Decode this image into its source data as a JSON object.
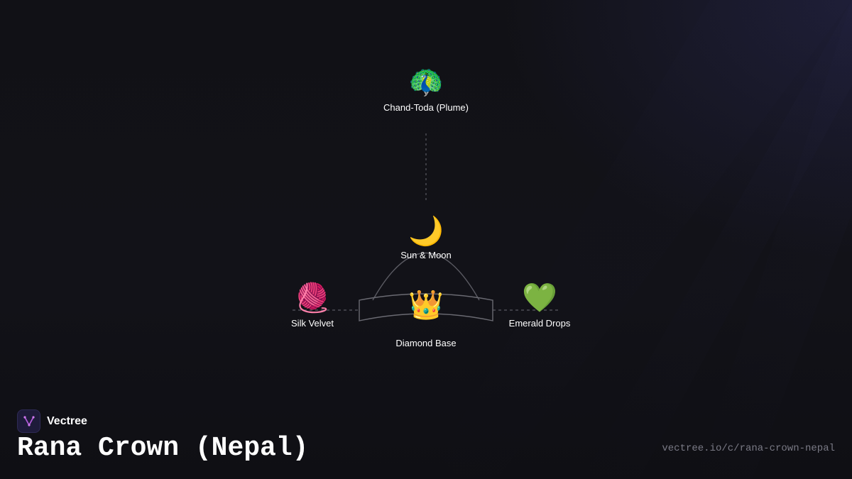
{
  "brand": {
    "name": "Vectree"
  },
  "title": "Rana Crown (Nepal)",
  "url": "vectree.io/c/rana-crown-nepal",
  "nodes": {
    "plume": {
      "icon": "🦚",
      "icon_name": "peacock-icon",
      "label": "Chand-Toda (Plume)"
    },
    "sun_moon": {
      "icon": "🌙",
      "icon_name": "crescent-moon-icon",
      "label": "Sun & Moon"
    },
    "velvet": {
      "icon": "🧶",
      "icon_name": "yarn-ball-icon",
      "label": "Silk Velvet"
    },
    "base": {
      "icon": "👑",
      "icon_name": "crown-icon",
      "label": "Diamond Base"
    },
    "emerald": {
      "icon": "💚",
      "icon_name": "green-heart-icon",
      "label": "Emerald Drops"
    }
  },
  "colors": {
    "background": "#111116",
    "connector": "#5a5a62",
    "text": "#ffffff",
    "url_text": "#7a7a85",
    "logo_accent": "#b05ad8"
  }
}
